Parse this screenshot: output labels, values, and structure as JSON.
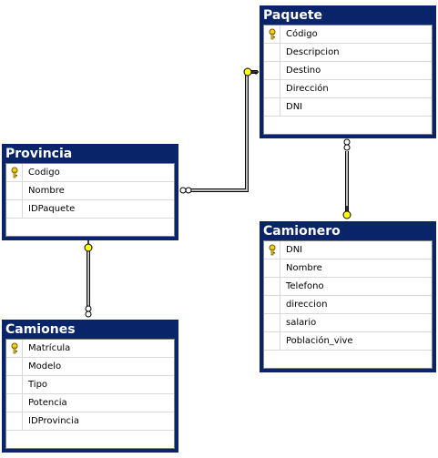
{
  "tables": {
    "paquete": {
      "title": "Paquete",
      "fields": [
        "Código",
        "Descripcion",
        "Destino",
        "Dirección",
        "DNI"
      ]
    },
    "provincia": {
      "title": "Provincia",
      "fields": [
        "Codigo",
        "Nombre",
        "IDPaquete"
      ]
    },
    "camionero": {
      "title": "Camionero",
      "fields": [
        "DNI",
        "Nombre",
        "Telefono",
        "direccion",
        "salario",
        "Población_vive"
      ]
    },
    "camiones": {
      "title": "Camiones",
      "fields": [
        "Matrícula",
        "Modelo",
        "Tipo",
        "Potencia",
        "IDProvincia"
      ]
    }
  },
  "primary_key_icon": "key-icon",
  "colors": {
    "title_bar": "#0a246a",
    "relationship_line": "#808080",
    "key_end": "#ffff00"
  }
}
